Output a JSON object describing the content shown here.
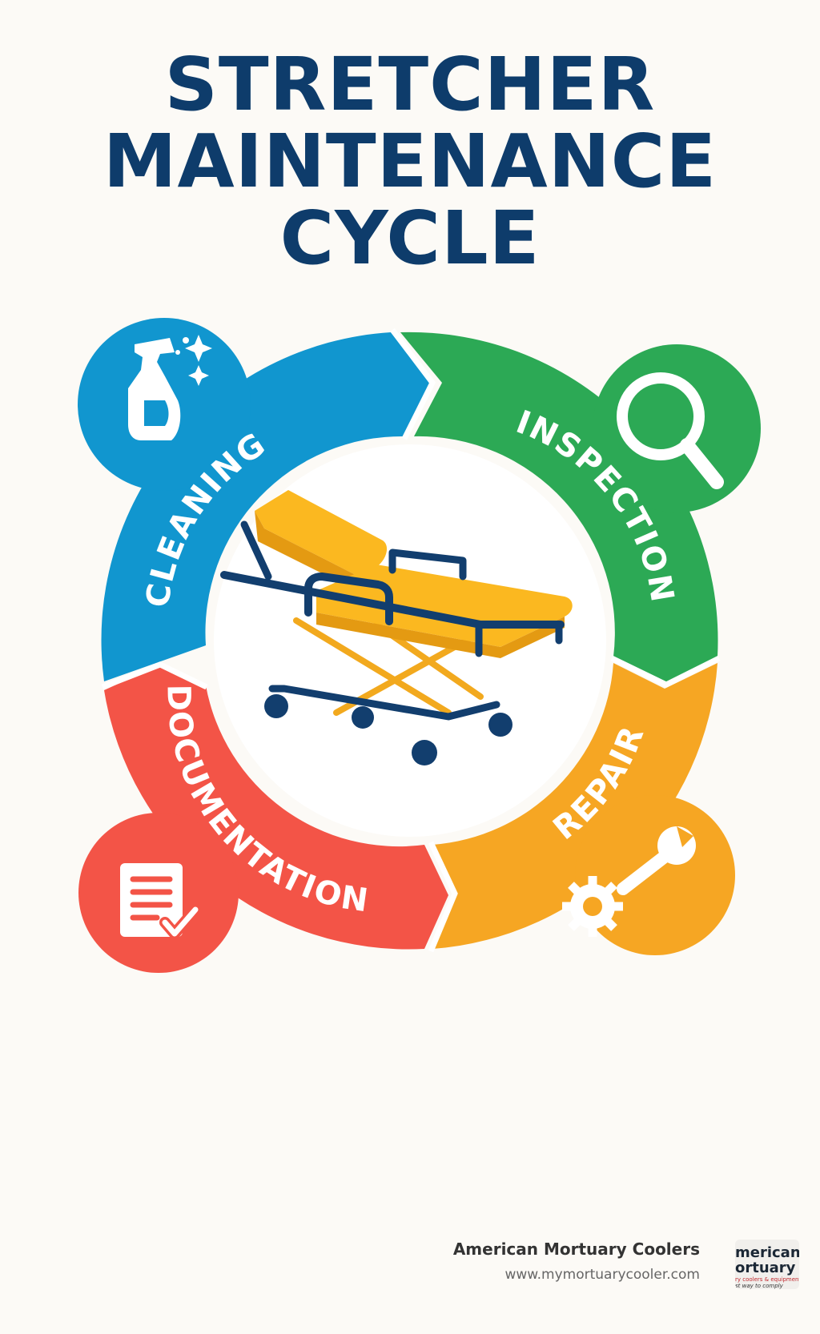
{
  "title": {
    "line1": "STRETCHER",
    "line2": "MAINTENANCE",
    "line3": "CYCLE"
  },
  "stages": [
    {
      "label": "CLEANING",
      "color": "#1196cf",
      "icon": "spray-bottle-icon"
    },
    {
      "label": "INSPECTION",
      "color": "#2ca955",
      "icon": "magnifying-glass-icon"
    },
    {
      "label": "REPAIR",
      "color": "#f6a623",
      "icon": "gear-wrench-icon"
    },
    {
      "label": "DOCUMENTATION",
      "color": "#f35447",
      "icon": "checklist-document-icon"
    }
  ],
  "center_icon": "stretcher-icon",
  "colors": {
    "title": "#0e3c6b",
    "background": "#fcfaf6",
    "stretcher_frame": "#123e6e",
    "stretcher_mattress": "#fbb820"
  },
  "footer": {
    "brand": "American Mortuary Coolers",
    "url": "www.mymortuarycooler.com",
    "logo_line1": "merican",
    "logo_line2": "ortuary",
    "logo_line3": "ry coolers & equipment",
    "logo_line4": "st way to comply"
  }
}
